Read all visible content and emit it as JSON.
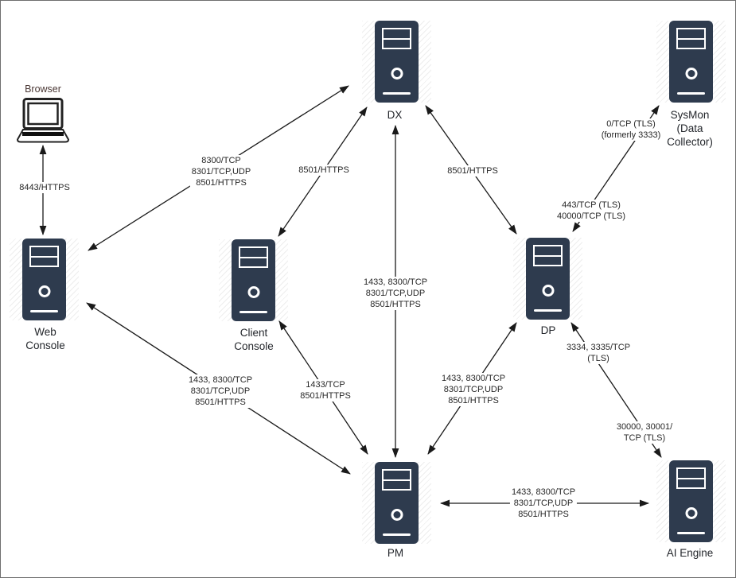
{
  "nodes": {
    "browser": {
      "label": "Browser"
    },
    "web_console": {
      "line1": "Web",
      "line2": "Console"
    },
    "client_console": {
      "line1": "Client",
      "line2": "Console"
    },
    "dx": {
      "label": "DX"
    },
    "sysmon": {
      "line1": "SysMon",
      "line2": "(Data",
      "line3": "Collector)"
    },
    "dp": {
      "label": "DP"
    },
    "pm": {
      "label": "PM"
    },
    "ai_engine": {
      "label": "AI Engine"
    }
  },
  "edge_labels": {
    "browser_web": {
      "line1": "8443/HTTPS"
    },
    "web_dx": {
      "line1": "8300/TCP",
      "line2": "8301/TCP,UDP",
      "line3": "8501/HTTPS"
    },
    "client_dx": {
      "line1": "8501/HTTPS"
    },
    "dx_dp": {
      "line1": "8501/HTTPS"
    },
    "dx_pm": {
      "line1": "1433, 8300/TCP",
      "line2": "8301/TCP,UDP",
      "line3": "8501/HTTPS"
    },
    "dp_sysmon_upper": {
      "line1": "0/TCP (TLS)",
      "line2": "(formerly 3333)"
    },
    "dp_sysmon_lower": {
      "line1": "443/TCP (TLS)",
      "line2": "40000/TCP (TLS)"
    },
    "web_pm": {
      "line1": "1433, 8300/TCP",
      "line2": "8301/TCP,UDP",
      "line3": "8501/HTTPS"
    },
    "client_pm": {
      "line1": "1433/TCP",
      "line2": "8501/HTTPS"
    },
    "dp_pm": {
      "line1": "1433, 8300/TCP",
      "line2": "8301/TCP,UDP",
      "line3": "8501/HTTPS"
    },
    "dp_ai_upper": {
      "line1": "3334, 3335/TCP",
      "line2": "(TLS)"
    },
    "dp_ai_lower": {
      "line1": "30000, 30001/",
      "line2": "TCP (TLS)"
    },
    "pm_ai": {
      "line1": "1433, 8300/TCP",
      "line2": "8301/TCP,UDP",
      "line3": "8501/HTTPS"
    }
  },
  "colors": {
    "server_body": "#2e3b4e",
    "connector_line": "#1a1a1a",
    "node_text": "#23262b",
    "browser_text": "#4a3734",
    "canvas_border": "#6e6e6e",
    "background": "#ffffff"
  }
}
